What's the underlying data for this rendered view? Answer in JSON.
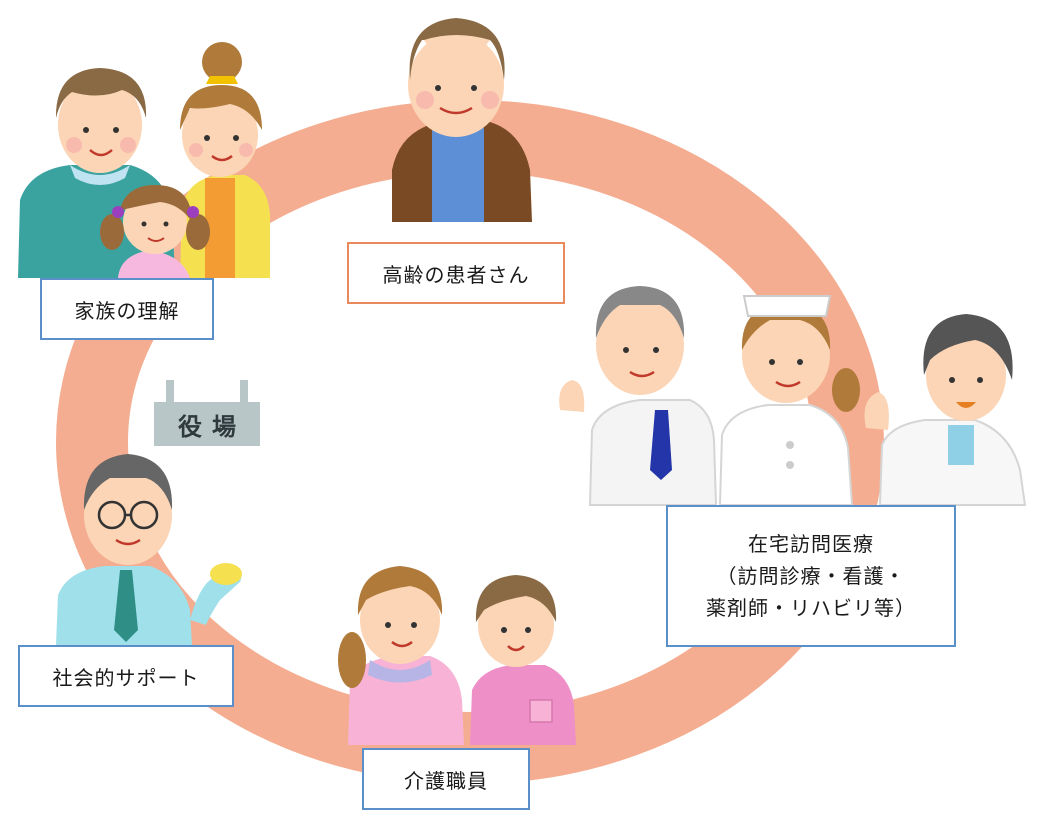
{
  "labels": {
    "elderly_patient": "高齢の患者さん",
    "family_understanding": "家族の理解",
    "home_medical_care_line1": "在宅訪問医療",
    "home_medical_care_line2": "（訪問診療・看護・",
    "home_medical_care_line3": "薬剤師・リハビリ等）",
    "care_staff": "介護職員",
    "social_support": "社会的サポート",
    "town_office": "役場"
  },
  "colors": {
    "ring": "#f4ad90",
    "box_border_blue": "#5b8fc9",
    "box_border_orange": "#e88a5c",
    "sign_plate": "#b9c6c8"
  },
  "icons": [
    "family-illustration",
    "elderly-man-illustration",
    "medical-team-illustration",
    "care-workers-illustration",
    "support-worker-illustration",
    "town-office-sign-icon"
  ]
}
